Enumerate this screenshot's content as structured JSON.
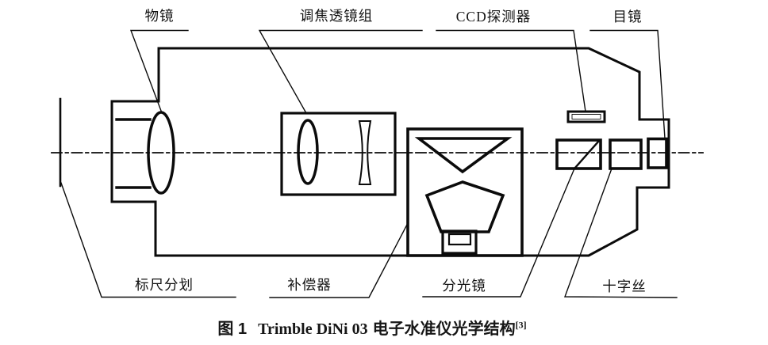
{
  "figure": {
    "labels": {
      "objective": "物镜",
      "focus_group": "调焦透镜组",
      "ccd": "CCD探测器",
      "eyepiece": "目镜",
      "staff": "标尺分划",
      "compensator": "补偿器",
      "splitter": "分光镜",
      "crosshair": "十字丝"
    },
    "caption": {
      "figure_label": "图 1",
      "title_en": "Trimble DiNi 03",
      "title_zh": "电子水准仪光学结构",
      "reference": "[3]"
    },
    "colors": {
      "line": "#0b0b0b",
      "background": "#ffffff"
    }
  }
}
